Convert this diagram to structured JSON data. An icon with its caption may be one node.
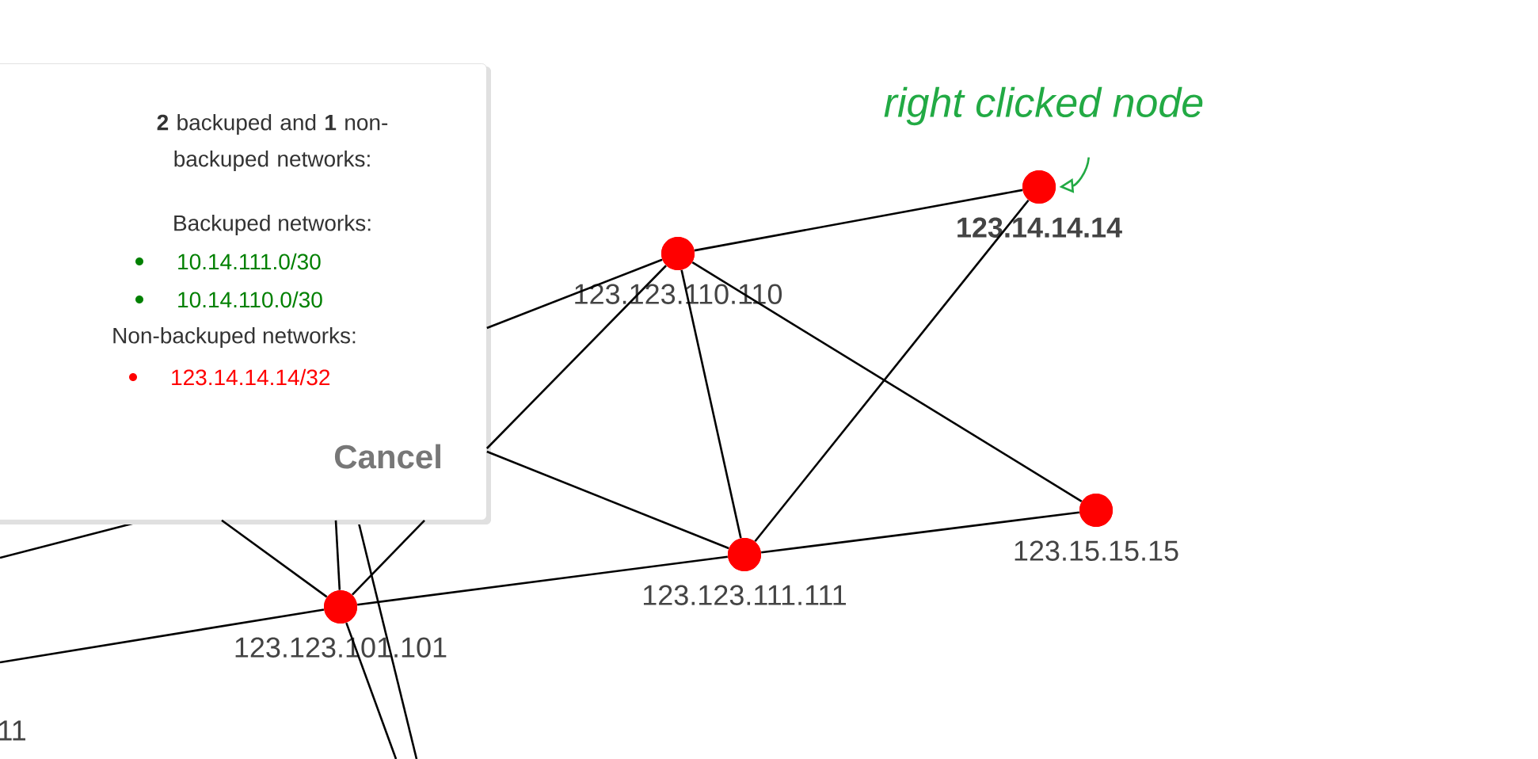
{
  "diagram": {
    "nodes": [
      {
        "text": [
          "**2** backuped and **1** non-backuped networks:",
          "Backuped networks:",
          "10.14.111.0/30",
          "10.14.110.0/30",
          "Non-backuped networks:",
          "123.14.14.14/32",
          "Cancel"
        ]
      },
      {
        "text": [
          "123.14.14.14"
        ]
      },
      {
        "text": [
          "123.123.110.110"
        ]
      },
      {
        "text": [
          "123.15.15.15"
        ]
      },
      {
        "text": [
          "123.123.111.111"
        ]
      },
      {
        "text": [
          "123.123.101.101"
        ]
      },
      {
        "text": [
          "right clicked node"
        ]
      }
    ],
    "edges": [
      {
        "from": 2,
        "to": 1,
        "arrow": "none"
      },
      {
        "from": 1,
        "to": 4,
        "arrow": "none"
      },
      {
        "from": 2,
        "to": 4,
        "arrow": "none"
      },
      {
        "from": 2,
        "to": 3,
        "arrow": "none"
      },
      {
        "from": 3,
        "to": 4,
        "arrow": "none"
      },
      {
        "from": 5,
        "to": 4,
        "arrow": "none"
      },
      {
        "from": 2,
        "to": 0,
        "arrow": "none"
      },
      {
        "from": 2,
        "to": 0,
        "arrow": "none"
      },
      {
        "from": 4,
        "to": 0,
        "arrow": "none"
      },
      {
        "from": 5,
        "to": 0,
        "arrow": "none"
      },
      {
        "from": 5,
        "to": 0,
        "arrow": "none"
      },
      {
        "from": 5,
        "to": 0,
        "arrow": "none"
      },
      {
        "from": 5,
        "to": null,
        "arrow": "none"
      },
      {
        "from": 5,
        "to": null,
        "arrow": "none"
      },
      {
        "from": 6,
        "to": 1,
        "arrow": "to",
        "color": "#22aa44"
      }
    ],
    "labels": [
      "11"
    ]
  }
}
